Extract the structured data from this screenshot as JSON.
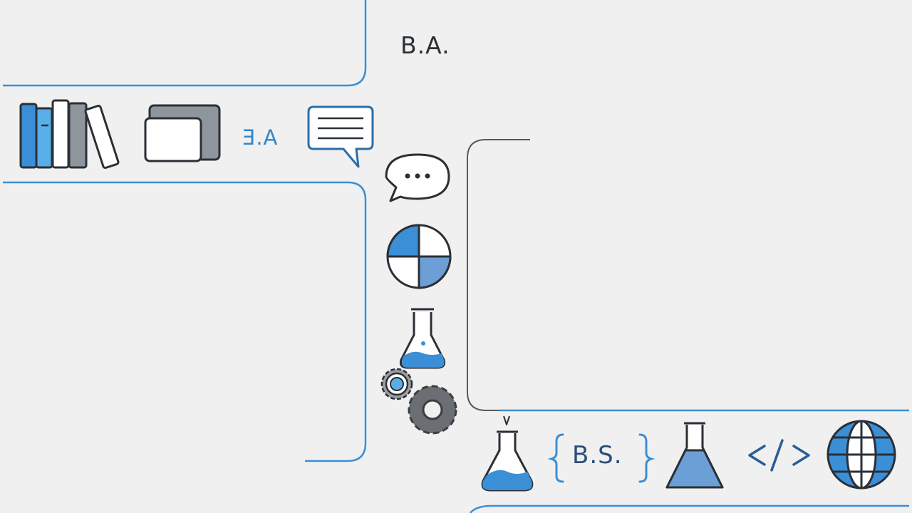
{
  "labels": {
    "ba_degree": "B.A.",
    "ba_mirrored": "Ǝ.A",
    "bs_degree": "B.S."
  },
  "colors": {
    "accent_blue": "#3b8fd6",
    "light_blue": "#5aaee8",
    "line_blue": "#3b8fd6",
    "line_gray": "#555a60",
    "icon_stroke": "#2b2f36",
    "gear_gray": "#6b6e73",
    "background": "#f0f0f0"
  },
  "icons": [
    "books-icon",
    "window-icon",
    "message-icon",
    "chat-bubble-icon",
    "pie-chart-icon",
    "flask-icon",
    "gears-icon",
    "flask-small-icon",
    "curly-braces-icon",
    "flask-filled-icon",
    "code-icon",
    "globe-icon"
  ]
}
